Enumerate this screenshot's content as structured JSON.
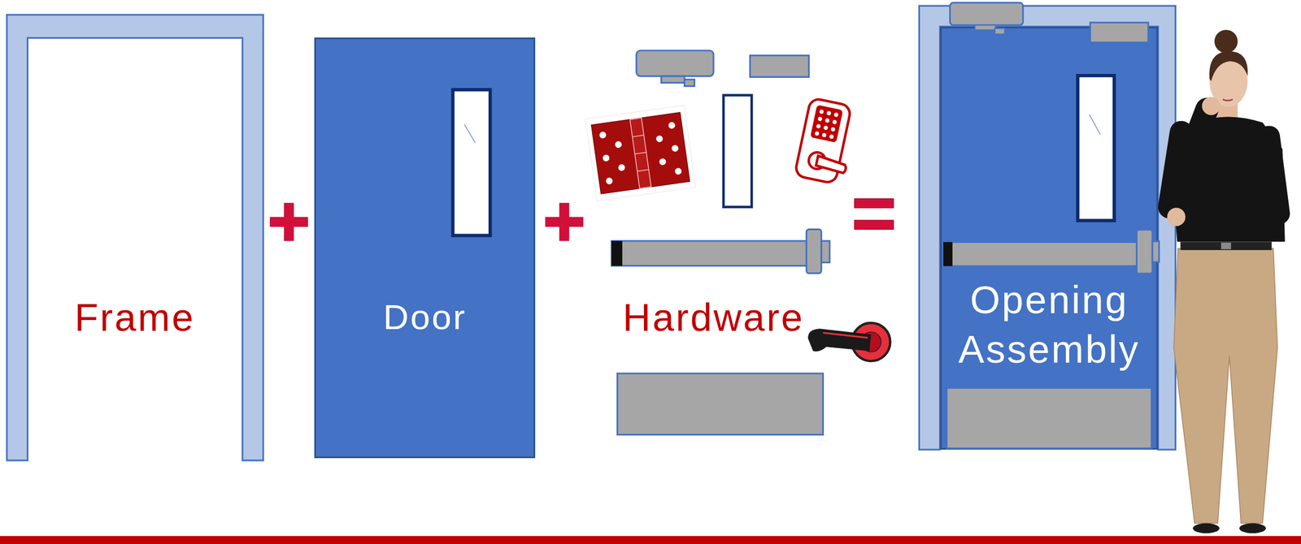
{
  "diagram": {
    "nodes": [
      {
        "text": [
          "Frame"
        ]
      },
      {
        "text": [
          "Door"
        ]
      },
      {
        "text": [
          "Opening Assembly"
        ]
      }
    ],
    "labels": [
      "Hardware"
    ]
  }
}
